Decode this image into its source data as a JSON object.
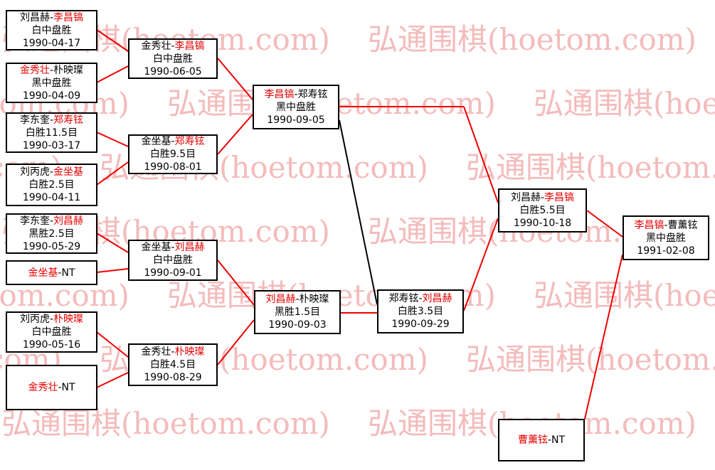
{
  "watermark": {
    "text": "弘通围棋(hoetom.com)"
  },
  "colors": {
    "winner_red": "#e60000",
    "line_red": "#ee0000",
    "line_black": "#000000",
    "watermark_pink": "#f4bbbb",
    "box_border": "#000000",
    "background": "#ffffff"
  },
  "bracket": {
    "r1": [
      {
        "pre": "刘昌赫-",
        "winner": "李昌镐",
        "post": "",
        "result": "白中盘胜",
        "date": "1990-04-17"
      },
      {
        "pre": "",
        "winner": "金秀壮",
        "post": "-朴映璨",
        "result": "黑中盘胜",
        "date": "1990-04-09"
      },
      {
        "pre": "李东奎-",
        "winner": "郑寿铉",
        "post": "",
        "result": "白胜11.5目",
        "date": "1990-03-17"
      },
      {
        "pre": "刘丙虎-",
        "winner": "金坐基",
        "post": "",
        "result": "白胜2.5目",
        "date": "1990-04-11"
      },
      {
        "pre": "李东奎-",
        "winner": "刘昌赫",
        "post": "",
        "result": "黑胜2.5目",
        "date": "1990-05-29"
      },
      {
        "pre": "",
        "winner": "金坐基",
        "post": "-NT",
        "result": "",
        "date": ""
      },
      {
        "pre": "刘丙虎-",
        "winner": "朴映璨",
        "post": "",
        "result": "白中盘胜",
        "date": "1990-05-16"
      },
      {
        "pre": "",
        "winner": "金秀壮",
        "post": "-NT",
        "result": "",
        "date": ""
      }
    ],
    "r2": [
      {
        "pre": "金秀壮-",
        "winner": "李昌镐",
        "post": "",
        "result": "白中盘胜",
        "date": "1990-06-05"
      },
      {
        "pre": "金坐基-",
        "winner": "郑寿铉",
        "post": "",
        "result": "白胜9.5目",
        "date": "1990-08-01"
      },
      {
        "pre": "金坐基-",
        "winner": "刘昌赫",
        "post": "",
        "result": "白中盘胜",
        "date": "1990-09-01"
      },
      {
        "pre": "金秀壮-",
        "winner": "朴映璨",
        "post": "",
        "result": "白胜4.5目",
        "date": "1990-08-29"
      }
    ],
    "r3": [
      {
        "pre": "",
        "winner": "李昌镐",
        "post": "-郑寿铉",
        "result": "黑中盘胜",
        "date": "1990-09-05"
      },
      {
        "pre": "",
        "winner": "刘昌赫",
        "post": "-朴映璨",
        "result": "黑胜1.5目",
        "date": "1990-09-03"
      }
    ],
    "r4": [
      {
        "pre": "郑寿铉-",
        "winner": "刘昌赫",
        "post": "",
        "result": "白胜3.5目",
        "date": "1990-09-29"
      }
    ],
    "r5": [
      {
        "pre": "刘昌赫-",
        "winner": "李昌镐",
        "post": "",
        "result": "白胜5.5目",
        "date": "1990-10-18"
      }
    ],
    "seed": {
      "pre": "",
      "winner": "曹薰铉",
      "post": "-NT",
      "result": "",
      "date": ""
    },
    "final": {
      "pre": "",
      "winner": "李昌镐",
      "post": "-曹薰铉",
      "result": "黑中盘胜",
      "date": "1991-02-08"
    }
  }
}
